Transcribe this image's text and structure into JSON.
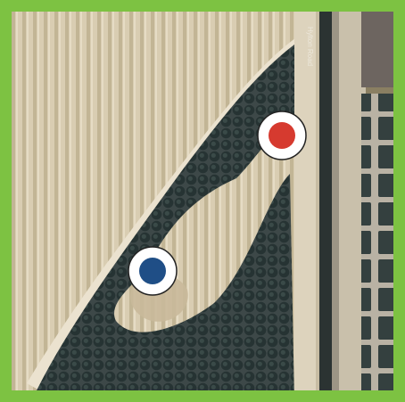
{
  "map": {
    "type": "satellite",
    "road_label": "Hylton Road",
    "frame_color": "#7dc242",
    "markers": [
      {
        "name": "marker-red",
        "color": "#d63a2f"
      },
      {
        "name": "marker-blue",
        "color": "#1f4e86"
      }
    ]
  }
}
